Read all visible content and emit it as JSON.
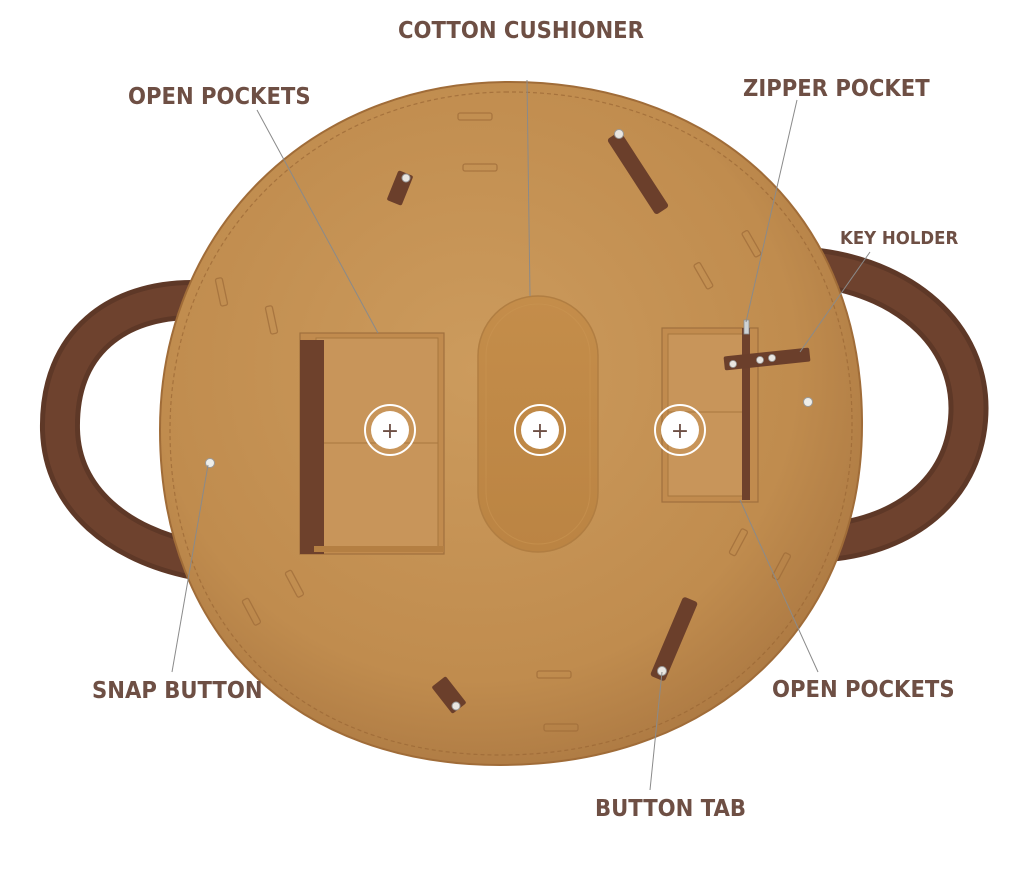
{
  "labels": {
    "cotton_cushioner": "COTTON CUSHIONER",
    "open_pockets_left": "OPEN POCKETS",
    "zipper_pocket": "ZIPPER POCKET",
    "key_holder": "KEY HOLDER",
    "snap_button": "SNAP BUTTON",
    "open_pockets_right": "OPEN POCKETS",
    "button_tab": "BUTTON TAB"
  },
  "hotspots": [
    {
      "name": "hotspot-left-pocket",
      "symbol": "+"
    },
    {
      "name": "hotspot-cushioner",
      "symbol": "+"
    },
    {
      "name": "hotspot-right-pocket",
      "symbol": "+"
    }
  ],
  "colors": {
    "label": "#6e4f44",
    "body": "#c3904f",
    "strap": "#6b4230",
    "leader": "#8a8a8a"
  }
}
